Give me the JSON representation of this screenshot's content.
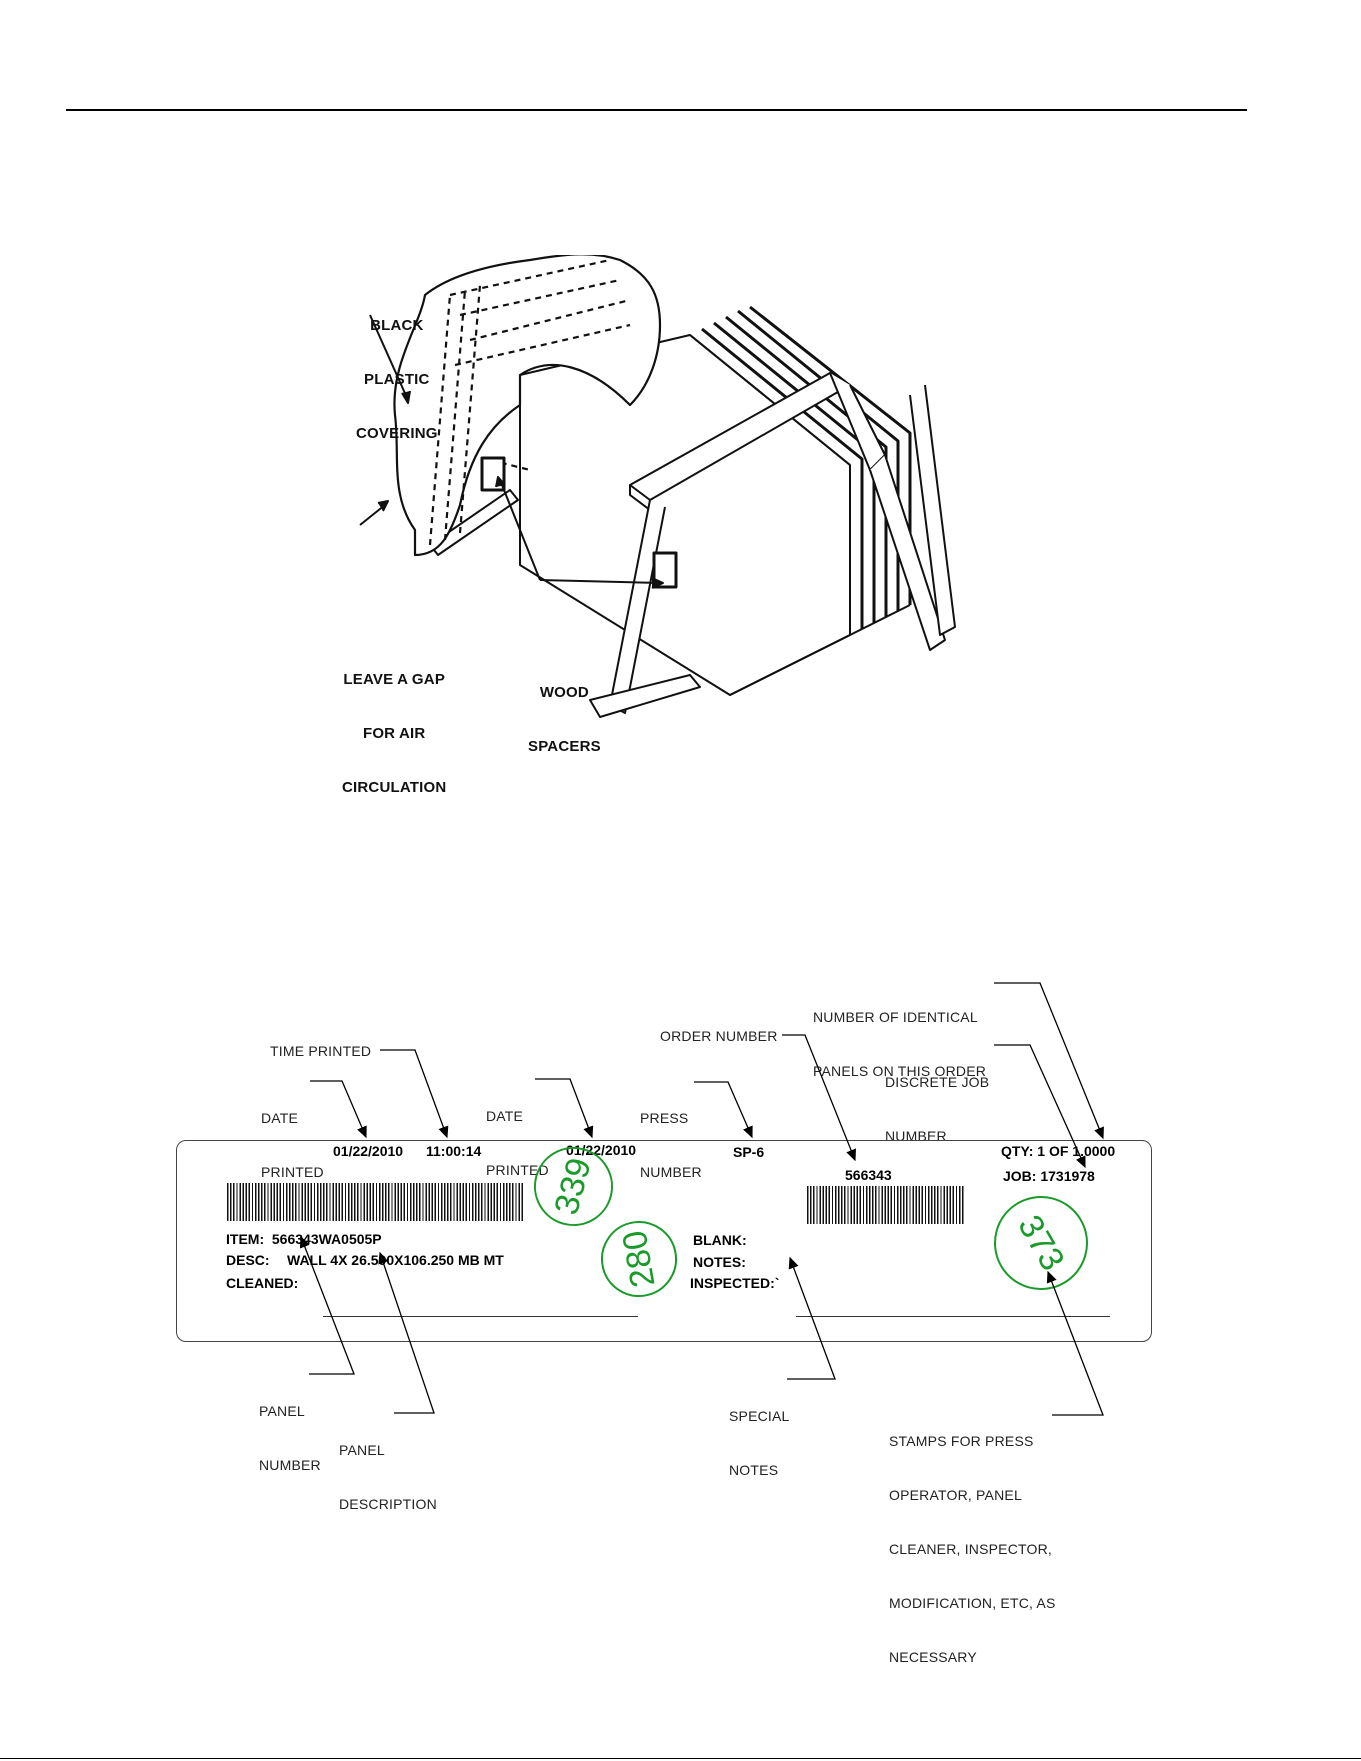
{
  "figure1": {
    "labels": {
      "plastic": [
        "BLACK",
        "PLASTIC",
        "COVERING"
      ],
      "gap": [
        "LEAVE A GAP",
        "FOR AIR",
        "CIRCULATION"
      ],
      "spacers": [
        "WOOD",
        "SPACERS"
      ]
    }
  },
  "figure2": {
    "callouts": {
      "time_printed": "TIME PRINTED",
      "date_printed_left": [
        "DATE",
        "PRINTED"
      ],
      "date_printed_mid": [
        "DATE",
        "PRINTED"
      ],
      "press_number": [
        "PRESS",
        "NUMBER"
      ],
      "order_number": "ORDER NUMBER",
      "identical_panels": [
        "NUMBER OF IDENTICAL",
        "PANELS ON THIS ORDER"
      ],
      "discrete_job": [
        "DISCRETE JOB",
        "NUMBER"
      ],
      "panel_number": [
        "PANEL",
        "NUMBER"
      ],
      "panel_description": [
        "PANEL",
        "DESCRIPTION"
      ],
      "special_notes": [
        "SPECIAL",
        "NOTES"
      ],
      "stamps": [
        "STAMPS FOR PRESS",
        "OPERATOR, PANEL",
        "CLEANER, INSPECTOR,",
        "MODIFICATION, ETC, AS",
        "NECESSARY"
      ]
    },
    "ticket": {
      "date1": "01/22/2010",
      "time": "11:00:14",
      "date2": "01/22/2010",
      "press": "SP-6",
      "order": "566343",
      "qty": "QTY: 1 OF 1.0000",
      "job": "JOB: 1731978",
      "item": "ITEM:  566343WA0505P",
      "desc_label": "DESC:",
      "desc_value": "WALL 4X 26.500X106.250 MB MT",
      "cleaned": "CLEANED:",
      "blank": "BLANK:",
      "notes": "NOTES:",
      "inspected": "INSPECTED:`"
    },
    "stamps": [
      "339",
      "280",
      "373"
    ],
    "stamp_color": "#1a9a2a"
  }
}
